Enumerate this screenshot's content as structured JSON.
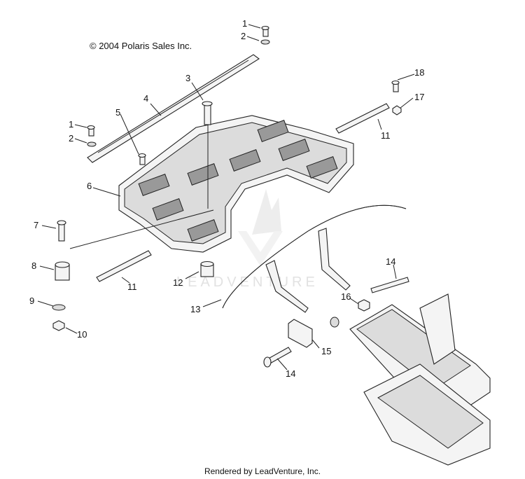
{
  "copyright": "© 2004 Polaris Sales Inc.",
  "footer": "Rendered by LeadVenture, Inc.",
  "watermark": "LEADVENTURE",
  "callouts": [
    "1",
    "2",
    "3",
    "4",
    "5",
    "1",
    "2",
    "6",
    "7",
    "8",
    "9",
    "10",
    "11",
    "12",
    "13",
    "14",
    "16",
    "15",
    "14",
    "18",
    "17",
    "11"
  ]
}
